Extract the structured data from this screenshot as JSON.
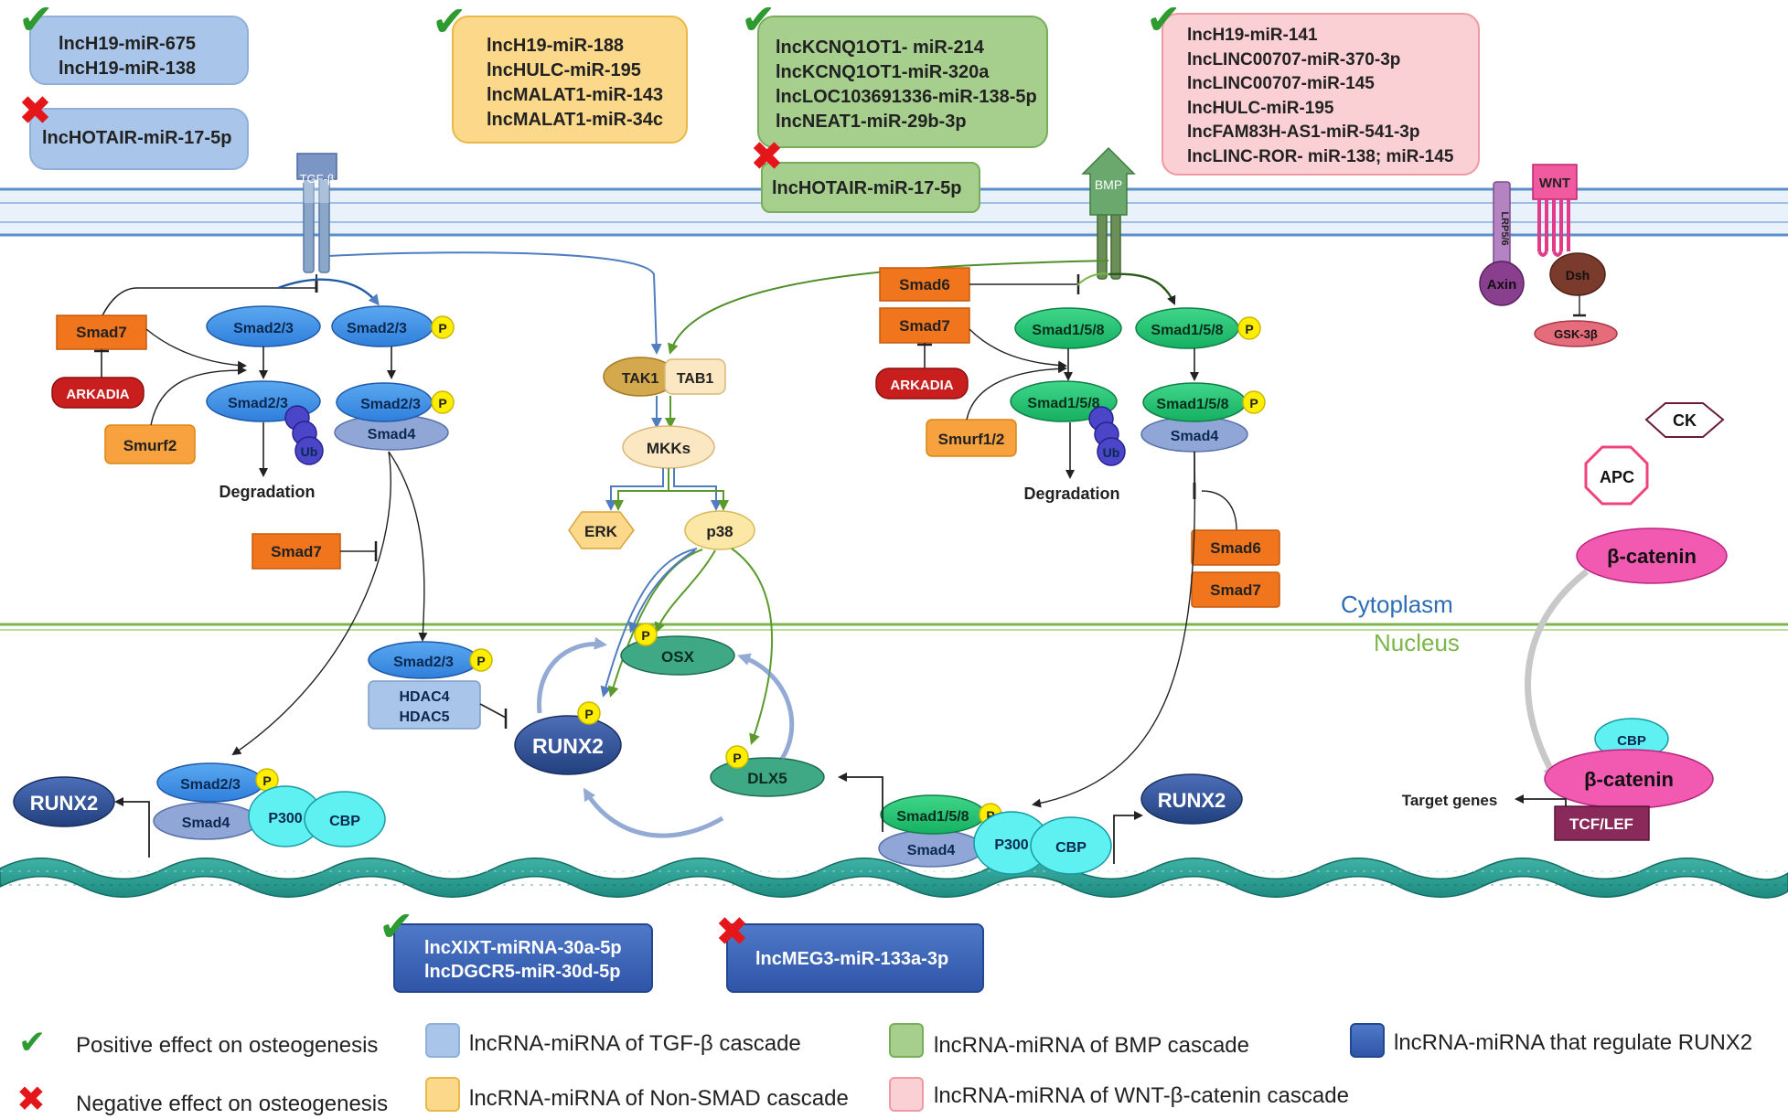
{
  "boxes": {
    "tgf_pos": [
      "lncH19-miR-675",
      "lncH19-miR-138"
    ],
    "tgf_neg": [
      "lncHOTAIR-miR-17-5p"
    ],
    "nonsmad_pos": [
      "lncH19-miR-188",
      "lncHULC-miR-195",
      "lncMALAT1-miR-143",
      "lncMALAT1-miR-34c"
    ],
    "bmp_pos": [
      "lncKCNQ1OT1- miR-214",
      "lncKCNQ1OT1-miR-320a",
      "lncLOC103691336-miR-138-5p",
      "lncNEAT1-miR-29b-3p"
    ],
    "bmp_neg": [
      "lncHOTAIR-miR-17-5p"
    ],
    "wnt_pos": [
      "lncH19-miR-141",
      "lncLINC00707-miR-370-3p",
      "lncLINC00707-miR-145",
      "lncHULC-miR-195",
      "lncFAM83H-AS1-miR-541-3p",
      "lncLINC-ROR- miR-138; miR-145"
    ],
    "runx2_pos": [
      "lncXIXT-miRNA-30a-5p",
      "lncDGCR5-miR-30d-5p"
    ],
    "runx2_neg": [
      "lncMEG3-miR-133a-3p"
    ]
  },
  "labels": {
    "tgfb": "TGF-β",
    "bmp": "BMP",
    "wnt": "WNT",
    "lrp": "LRP5/6",
    "axin": "Axin",
    "dsh": "Dsh",
    "gsk": "GSK-3β",
    "ck": "CK",
    "apc": "APC",
    "beta_catenin": "β-catenin",
    "cbp": "CBP",
    "tcf": "TCF/LEF",
    "target_genes": "Target genes",
    "smad7": "Smad7",
    "smad6": "Smad6",
    "arkadia": "ARKADIA",
    "smurf2": "Smurf2",
    "smurf12": "Smurf1/2",
    "smad23": "Smad2/3",
    "smad158": "Smad1/5/8",
    "smad4": "Smad4",
    "ub": "Ub",
    "p": "P",
    "degradation": "Degradation",
    "tak1": "TAK1",
    "tab1": "TAB1",
    "mkks": "MKKs",
    "erk": "ERK",
    "p38": "p38",
    "osx": "OSX",
    "dlx5": "DLX5",
    "runx2": "RUNX2",
    "hdac4": "HDAC4",
    "hdac5": "HDAC5",
    "p300": "P300",
    "cytoplasm": "Cytoplasm",
    "nucleus": "Nucleus"
  },
  "legend": {
    "positive": "Positive effect on osteogenesis",
    "negative": "Negative effect on osteogenesis",
    "tgf": "lncRNA-miRNA of TGF-β cascade",
    "nonsmad": "lncRNA-miRNA of Non-SMAD cascade",
    "bmp": "lncRNA-miRNA of BMP cascade",
    "wnt": "lncRNA-miRNA of WNT-β-catenin cascade",
    "runx2": "lncRNA-miRNA that regulate RUNX2"
  },
  "colors": {
    "tgf": "#a9c6ea",
    "nonsmad": "#fcd98a",
    "bmp": "#a6cf8e",
    "wnt": "#fbd0d4",
    "runx2": "#2f55a8",
    "check": "#2e9b31",
    "cross": "#e5161a",
    "cytoplasm": "#2e6db5",
    "nucleus": "#7ab648"
  },
  "icons": {
    "positive": "check-mark-icon",
    "negative": "red-cross-icon"
  }
}
